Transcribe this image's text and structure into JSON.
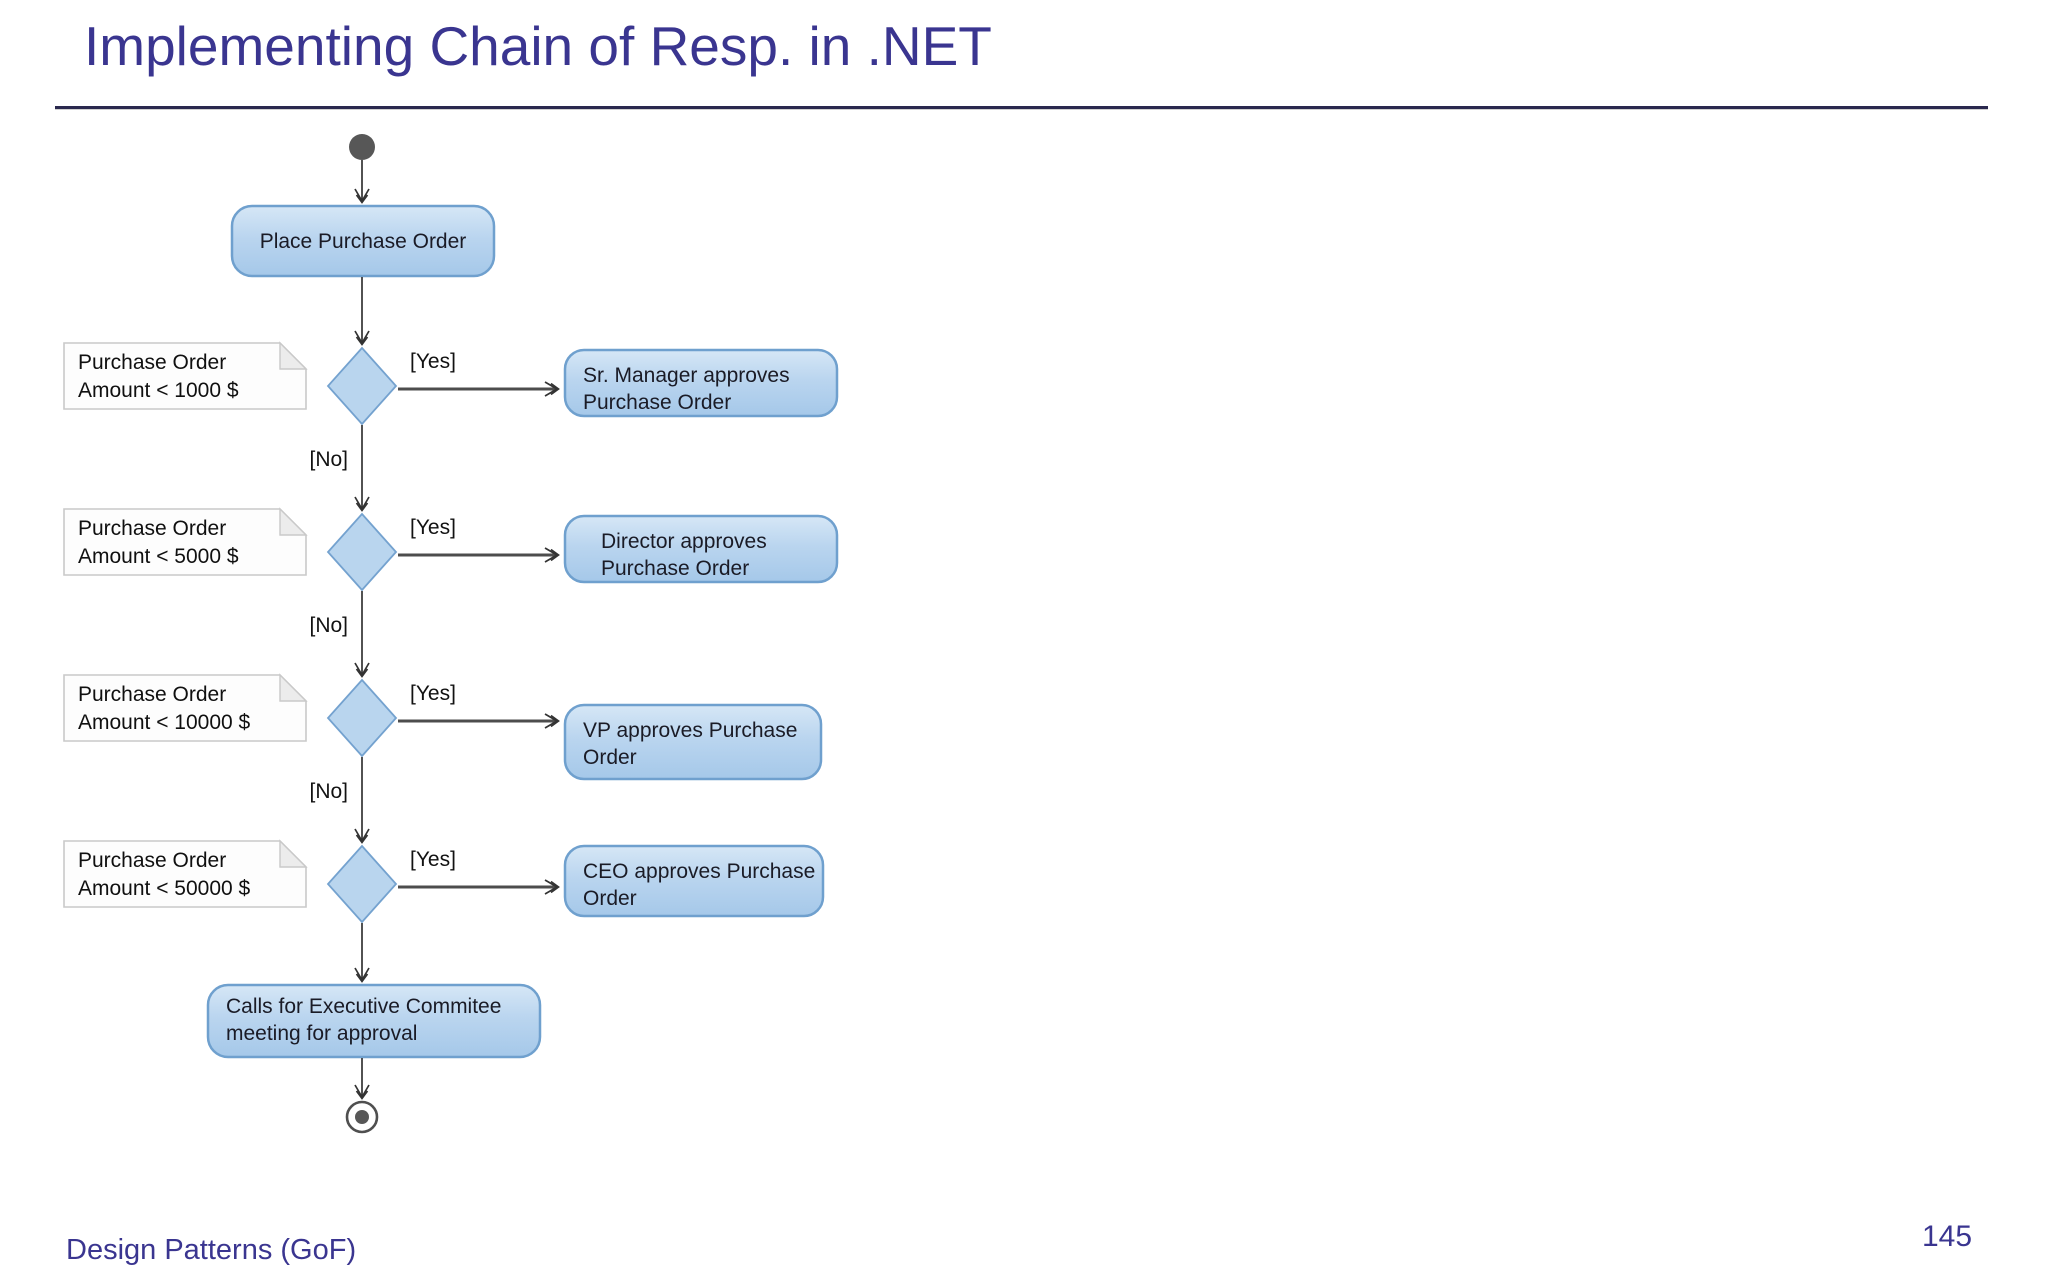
{
  "slide": {
    "title": "Implementing Chain of Resp. in .NET",
    "footer": "Design Patterns (GoF)",
    "page_number": "145"
  },
  "colors": {
    "accent_text": "#3A3590",
    "title_rule": "#2A284E",
    "node_fill_top": "#D3E5F5",
    "node_fill_bottom": "#A9CBEA",
    "node_border": "#6FA0CE",
    "diamond_fill": "#B9D5EE",
    "note_fill": "#FDFDFD",
    "note_border": "#C9C9C9",
    "note_fold": "#ECECEC",
    "arrow_color": "#333333",
    "terminal_node_gray": "#575757"
  },
  "diagram": {
    "first_action": "Place Purchase Order",
    "rows": [
      {
        "note_line1": "Purchase Order",
        "note_line2": "Amount < 1000 $",
        "yes_label": "[Yes]",
        "no_label": "[No]",
        "action_line1": "Sr. Manager approves",
        "action_line2": "Purchase Order"
      },
      {
        "note_line1": "Purchase Order",
        "note_line2": "Amount < 5000 $",
        "yes_label": "[Yes]",
        "no_label": "[No]",
        "action_line1": "Director approves",
        "action_line2": "Purchase Order"
      },
      {
        "note_line1": "Purchase Order",
        "note_line2": "Amount < 10000 $",
        "yes_label": "[Yes]",
        "no_label": "[No]",
        "action_line1": "VP approves Purchase",
        "action_line2": "Order"
      },
      {
        "note_line1": "Purchase Order",
        "note_line2": "Amount < 50000 $",
        "yes_label": "[Yes]",
        "action_line1": "CEO approves Purchase",
        "action_line2": "Order"
      }
    ],
    "final_action_line1": "Calls for Executive Commitee",
    "final_action_line2": "meeting for approval"
  }
}
